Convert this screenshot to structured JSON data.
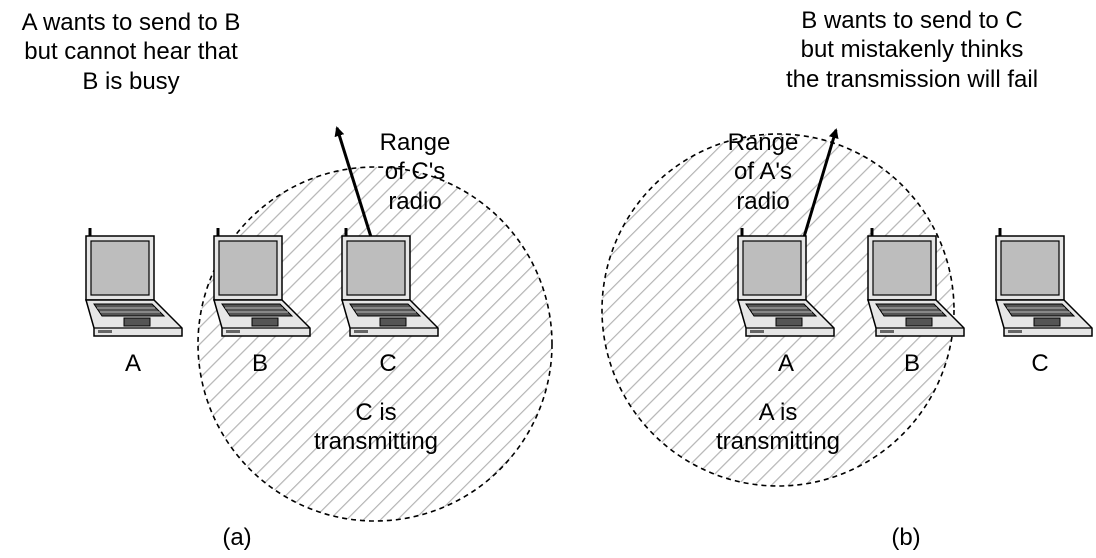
{
  "panel_a": {
    "caption_lines": [
      "A wants to send to B",
      "but cannot hear that",
      "B is busy"
    ],
    "range_lines": [
      "Range",
      "of C's",
      "radio"
    ],
    "status_lines": [
      "C is",
      "transmitting"
    ],
    "laptops": [
      "A",
      "B",
      "C"
    ],
    "panel_label": "(a)"
  },
  "panel_b": {
    "caption_lines": [
      "B wants to send to C",
      "but mistakenly thinks",
      "the transmission will fail"
    ],
    "range_lines": [
      "Range",
      "of A's",
      "radio"
    ],
    "status_lines": [
      "A is",
      "transmitting"
    ],
    "laptops": [
      "A",
      "B",
      "C"
    ],
    "panel_label": "(b)"
  }
}
